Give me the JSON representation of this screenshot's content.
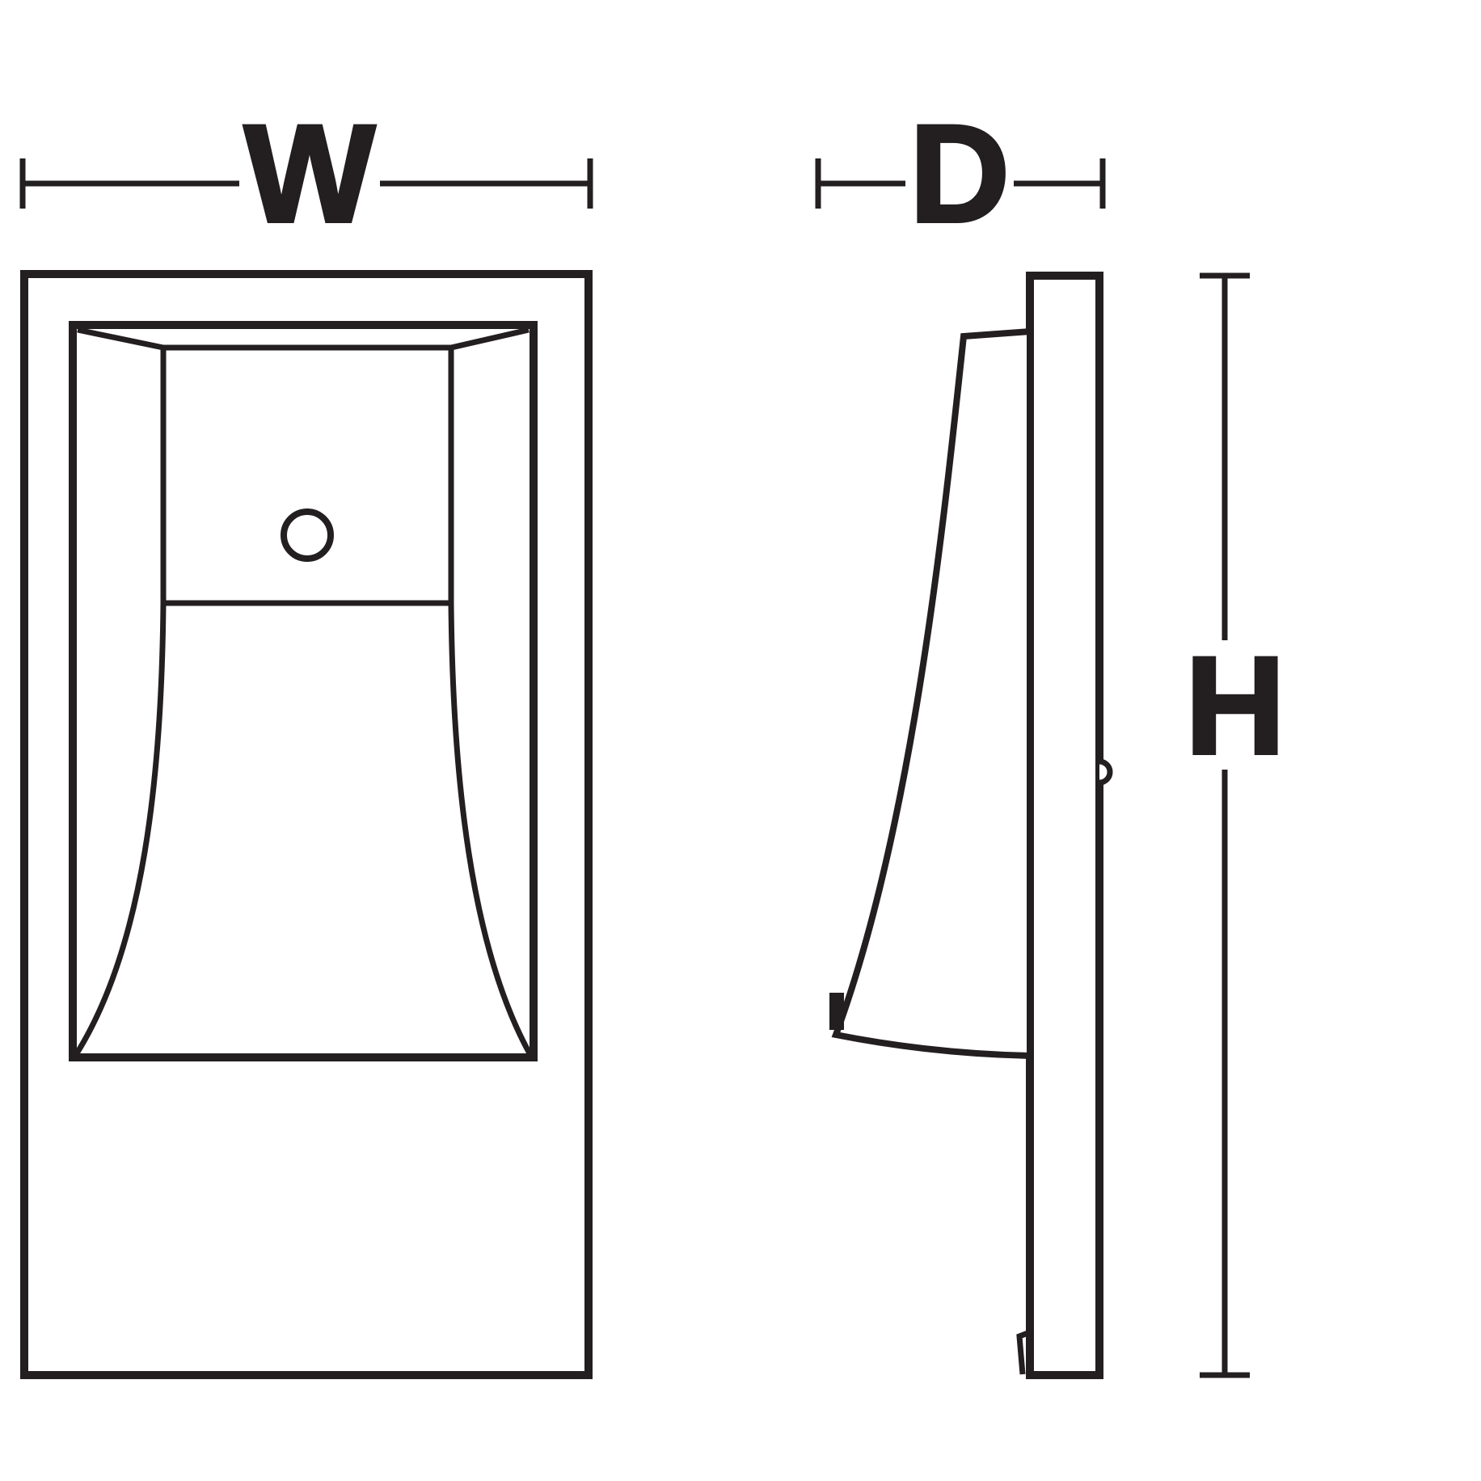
{
  "diagram": {
    "dimensions": {
      "width": {
        "label": "W"
      },
      "depth": {
        "label": "D"
      },
      "height": {
        "label": "H"
      }
    },
    "colors": {
      "line": "#231f20",
      "background": "#ffffff"
    }
  }
}
